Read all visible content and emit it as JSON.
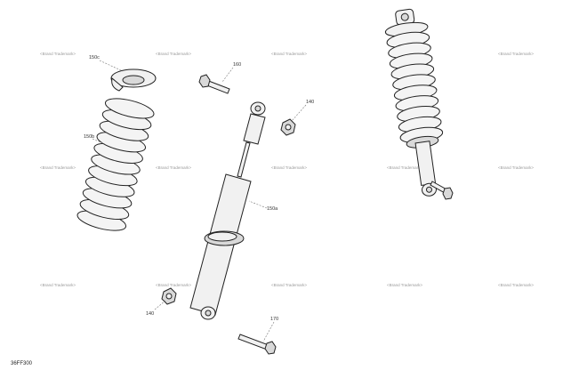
{
  "diagram": {
    "reference_code": "36FF300",
    "watermark_text": "<Brand Trademark>",
    "callouts": {
      "spring_seat": "150c",
      "spring": "150b",
      "upper_bolt": "160",
      "nut": "140",
      "shock_body": "150a",
      "lower_nut": "140",
      "lower_bolt": "170"
    }
  }
}
